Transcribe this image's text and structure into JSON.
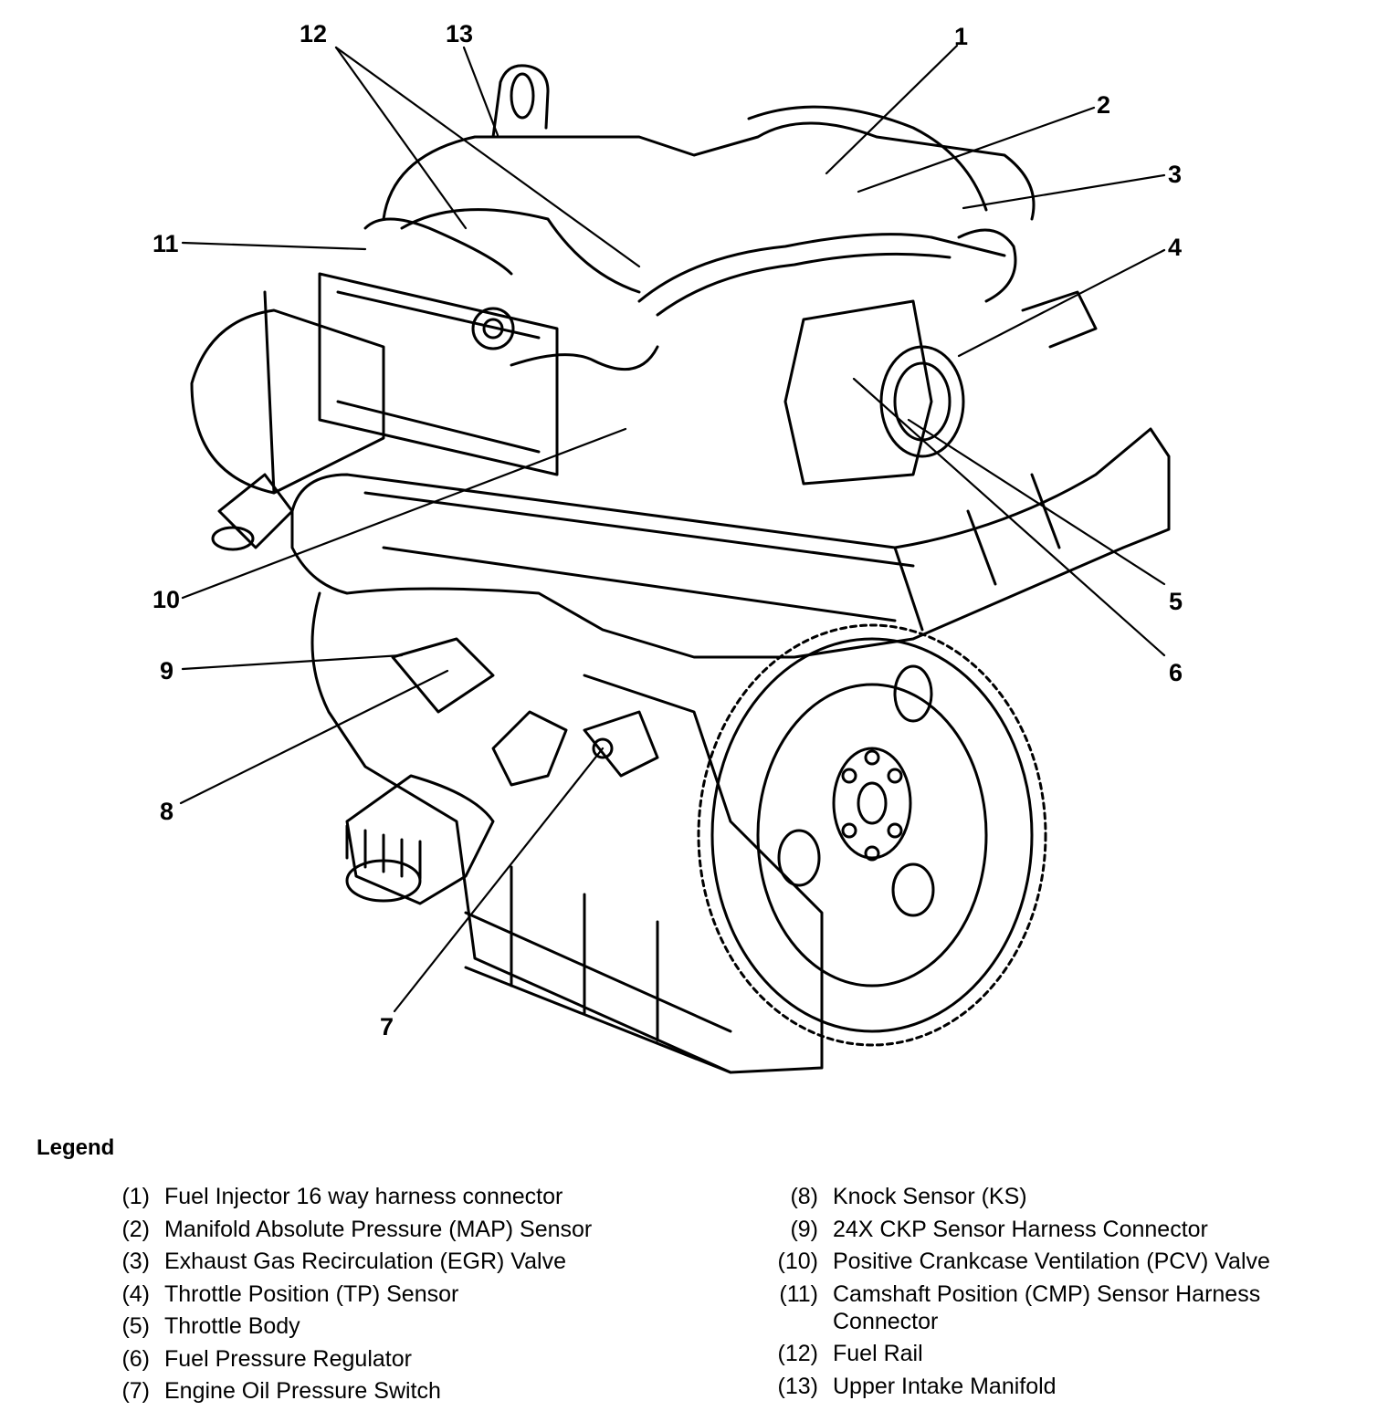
{
  "callouts": [
    "1",
    "2",
    "3",
    "4",
    "5",
    "6",
    "7",
    "8",
    "9",
    "10",
    "11",
    "12",
    "13"
  ],
  "legend": {
    "title": "Legend",
    "left": [
      {
        "num": "(1)",
        "text": "Fuel Injector 16 way harness connector"
      },
      {
        "num": "(2)",
        "text": "Manifold Absolute Pressure (MAP) Sensor"
      },
      {
        "num": "(3)",
        "text": "Exhaust Gas Recirculation (EGR) Valve"
      },
      {
        "num": "(4)",
        "text": "Throttle Position (TP) Sensor"
      },
      {
        "num": "(5)",
        "text": "Throttle Body"
      },
      {
        "num": "(6)",
        "text": "Fuel Pressure Regulator"
      },
      {
        "num": "(7)",
        "text": "Engine Oil Pressure Switch"
      }
    ],
    "right": [
      {
        "num": "(8)",
        "text": "Knock Sensor (KS)"
      },
      {
        "num": "(9)",
        "text": "24X CKP Sensor Harness Connector"
      },
      {
        "num": "(10)",
        "text": "Positive Crankcase Ventilation (PCV) Valve"
      },
      {
        "num": "(11)",
        "text": "Camshaft Position (CMP) Sensor Harness Connector"
      },
      {
        "num": "(12)",
        "text": "Fuel Rail"
      },
      {
        "num": "(13)",
        "text": "Upper Intake Manifold"
      }
    ]
  }
}
